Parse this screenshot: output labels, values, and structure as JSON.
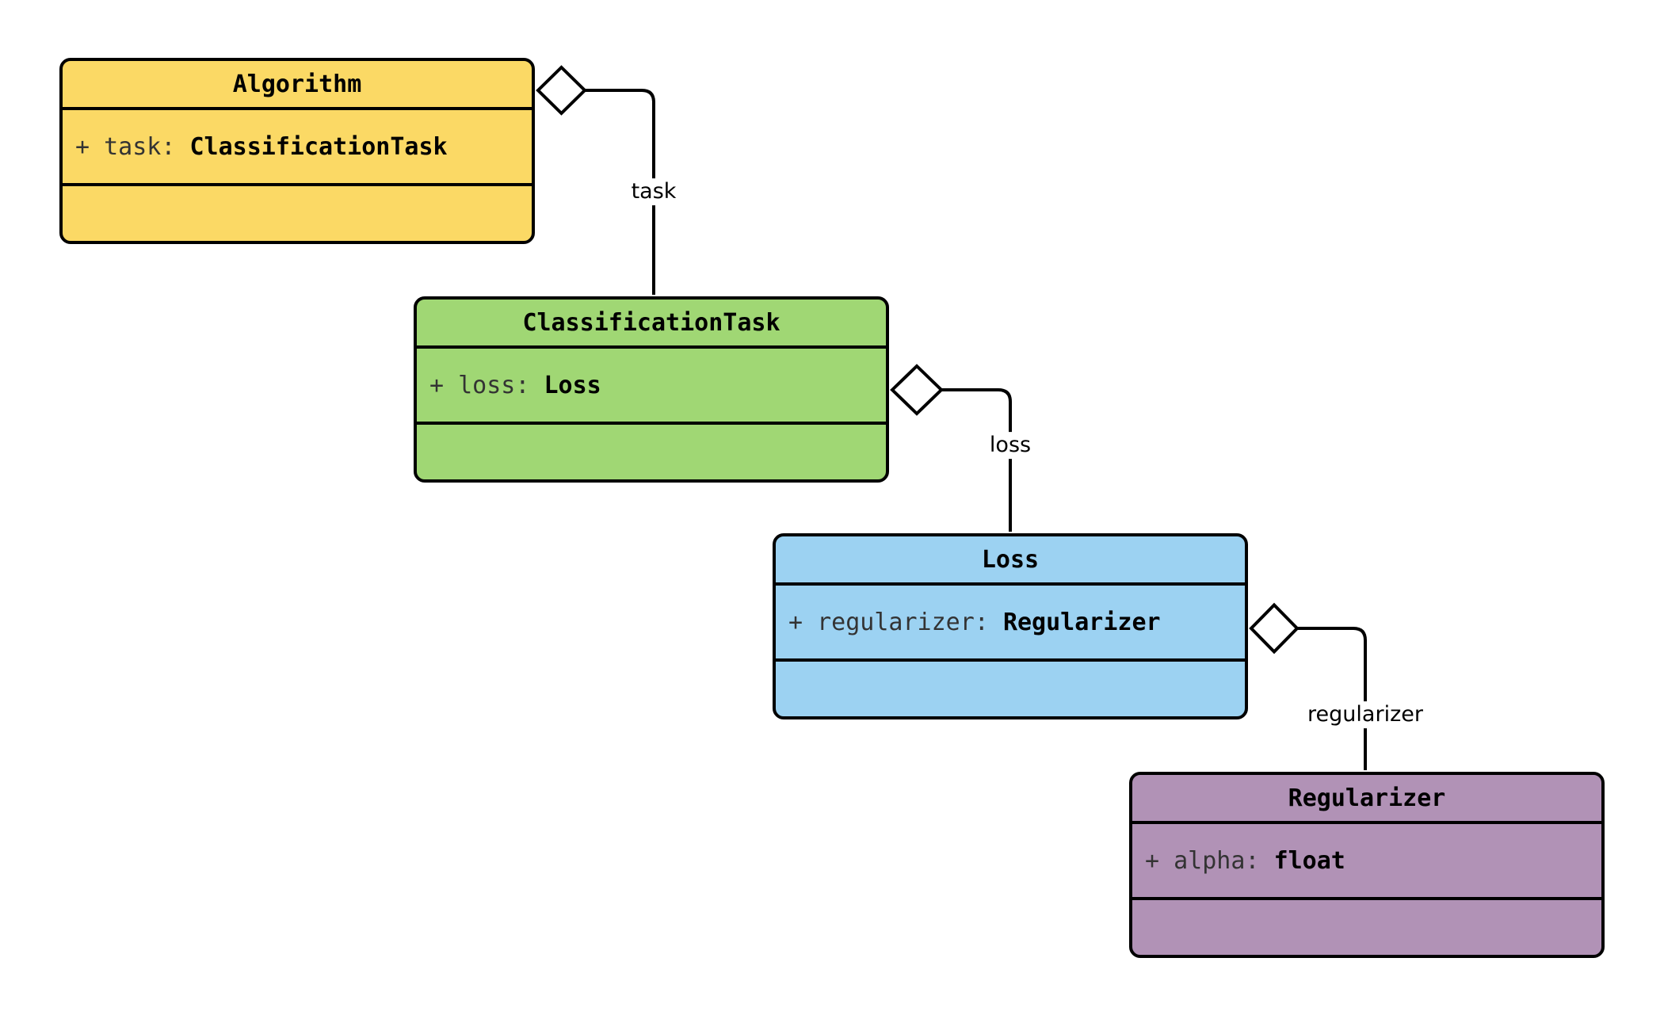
{
  "diagram": {
    "type": "uml-class-diagram",
    "background": "#FFFFFF",
    "stroke_color": "#000000",
    "classes": [
      {
        "name": "Algorithm",
        "fill": "#FBD965",
        "attr_left": "+ task: ",
        "attr_type": "ClassificationTask"
      },
      {
        "name": "ClassificationTask",
        "fill": "#A0D774",
        "attr_left": "+ loss: ",
        "attr_type": "Loss"
      },
      {
        "name": "Loss",
        "fill": "#9CD2F2",
        "attr_left": "+ regularizer: ",
        "attr_type": "Regularizer"
      },
      {
        "name": "Regularizer",
        "fill": "#B192B6",
        "attr_left": "+ alpha: ",
        "attr_type": "float"
      }
    ],
    "relations": [
      {
        "from": "Algorithm",
        "to": "ClassificationTask",
        "label": "task",
        "kind": "aggregation",
        "diamond": "open"
      },
      {
        "from": "ClassificationTask",
        "to": "Loss",
        "label": "loss",
        "kind": "aggregation",
        "diamond": "open"
      },
      {
        "from": "Loss",
        "to": "Regularizer",
        "label": "regularizer",
        "kind": "aggregation",
        "diamond": "open"
      }
    ]
  }
}
